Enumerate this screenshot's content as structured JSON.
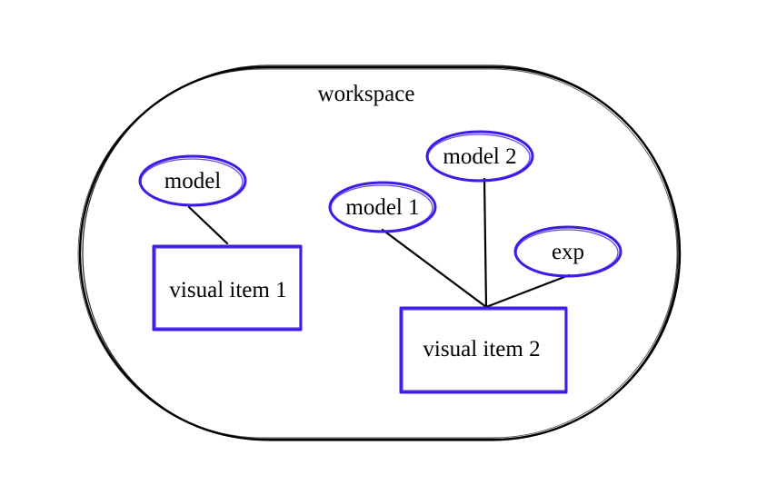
{
  "workspace": {
    "label": "workspace"
  },
  "nodes": {
    "model": {
      "label": "model"
    },
    "model1": {
      "label": "model 1"
    },
    "model2": {
      "label": "model 2"
    },
    "exp": {
      "label": "exp"
    },
    "visual1": {
      "label": "visual item 1"
    },
    "visual2": {
      "label": "visual item 2"
    }
  },
  "colors": {
    "outline": "#000000",
    "node": "#3a1ee8"
  }
}
